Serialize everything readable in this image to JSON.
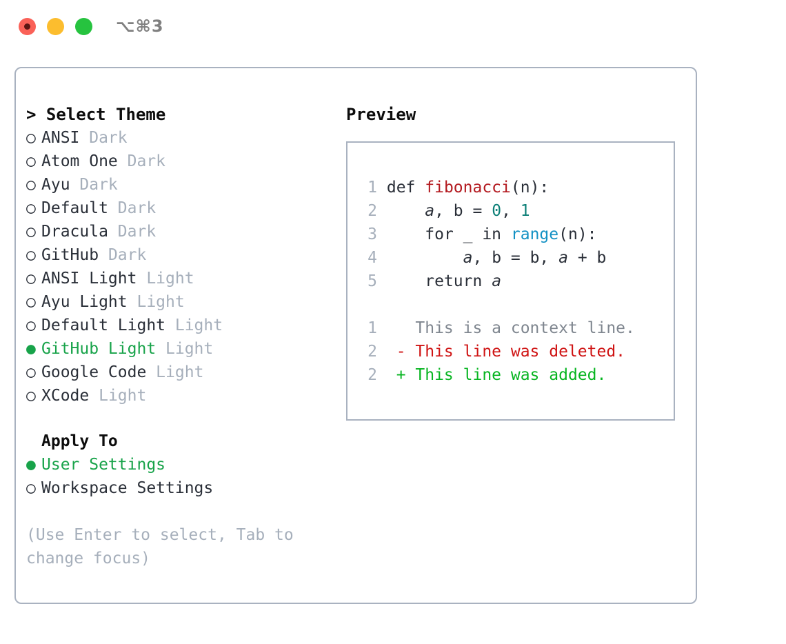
{
  "window": {
    "title": "⌥⌘3",
    "lights": [
      "close-red",
      "minimize-yellow",
      "maximize-green"
    ]
  },
  "colors": {
    "accent_green": "#18a34a",
    "muted": "#a6afbb",
    "text": "#2a2f38",
    "border": "#a9b2c0",
    "diff_added": "#07b521",
    "diff_deleted": "#cf1313",
    "diff_context": "#7f868f",
    "syntax_function": "#b3191f",
    "syntax_number": "#0c7f77",
    "syntax_call": "#1391c4"
  },
  "left": {
    "header": "> Select Theme",
    "themes": [
      {
        "bullet": "○",
        "name": "ANSI",
        "tag": "Dark",
        "selected": false
      },
      {
        "bullet": "○",
        "name": "Atom One",
        "tag": "Dark",
        "selected": false
      },
      {
        "bullet": "○",
        "name": "Ayu",
        "tag": "Dark",
        "selected": false
      },
      {
        "bullet": "○",
        "name": "Default",
        "tag": "Dark",
        "selected": false
      },
      {
        "bullet": "○",
        "name": "Dracula",
        "tag": "Dark",
        "selected": false
      },
      {
        "bullet": "○",
        "name": "GitHub",
        "tag": "Dark",
        "selected": false
      },
      {
        "bullet": "○",
        "name": "ANSI Light",
        "tag": "Light",
        "selected": false
      },
      {
        "bullet": "○",
        "name": "Ayu Light",
        "tag": "Light",
        "selected": false
      },
      {
        "bullet": "○",
        "name": "Default Light",
        "tag": "Light",
        "selected": false
      },
      {
        "bullet": "●",
        "name": "GitHub Light",
        "tag": "Light",
        "selected": true
      },
      {
        "bullet": "○",
        "name": "Google Code",
        "tag": "Light",
        "selected": false
      },
      {
        "bullet": "○",
        "name": "XCode",
        "tag": "Light",
        "selected": false
      }
    ],
    "apply_to_header": "Apply To",
    "apply_to": [
      {
        "bullet": "●",
        "name": "User Settings",
        "selected": true
      },
      {
        "bullet": "○",
        "name": "Workspace Settings",
        "selected": false
      }
    ],
    "hint": "(Use Enter to select, Tab to change focus)"
  },
  "right": {
    "header": "Preview",
    "code_lines": [
      {
        "num": "1",
        "tokens": [
          {
            "t": "def ",
            "k": "plain"
          },
          {
            "t": "fibonacci",
            "k": "fn"
          },
          {
            "t": "(n):",
            "k": "plain"
          }
        ]
      },
      {
        "num": "2",
        "tokens": [
          {
            "t": "    ",
            "k": "plain"
          },
          {
            "t": "a",
            "k": "var"
          },
          {
            "t": ", b = ",
            "k": "plain"
          },
          {
            "t": "0",
            "k": "num"
          },
          {
            "t": ", ",
            "k": "plain"
          },
          {
            "t": "1",
            "k": "num"
          }
        ]
      },
      {
        "num": "3",
        "tokens": [
          {
            "t": "    for _ in ",
            "k": "plain"
          },
          {
            "t": "range",
            "k": "call"
          },
          {
            "t": "(n):",
            "k": "plain"
          }
        ]
      },
      {
        "num": "4",
        "tokens": [
          {
            "t": "        ",
            "k": "plain"
          },
          {
            "t": "a",
            "k": "var"
          },
          {
            "t": ", b = b, ",
            "k": "plain"
          },
          {
            "t": "a",
            "k": "var"
          },
          {
            "t": " + b",
            "k": "plain"
          }
        ]
      },
      {
        "num": "5",
        "tokens": [
          {
            "t": "    return ",
            "k": "plain"
          },
          {
            "t": "a",
            "k": "var"
          }
        ]
      }
    ],
    "diff_lines": [
      {
        "num": "1",
        "marker": " ",
        "text": "This is a context line.",
        "kind": "context"
      },
      {
        "num": "2",
        "marker": "-",
        "text": "This line was deleted.",
        "kind": "deleted"
      },
      {
        "num": "2",
        "marker": "+",
        "text": "This line was added.",
        "kind": "added"
      }
    ]
  }
}
